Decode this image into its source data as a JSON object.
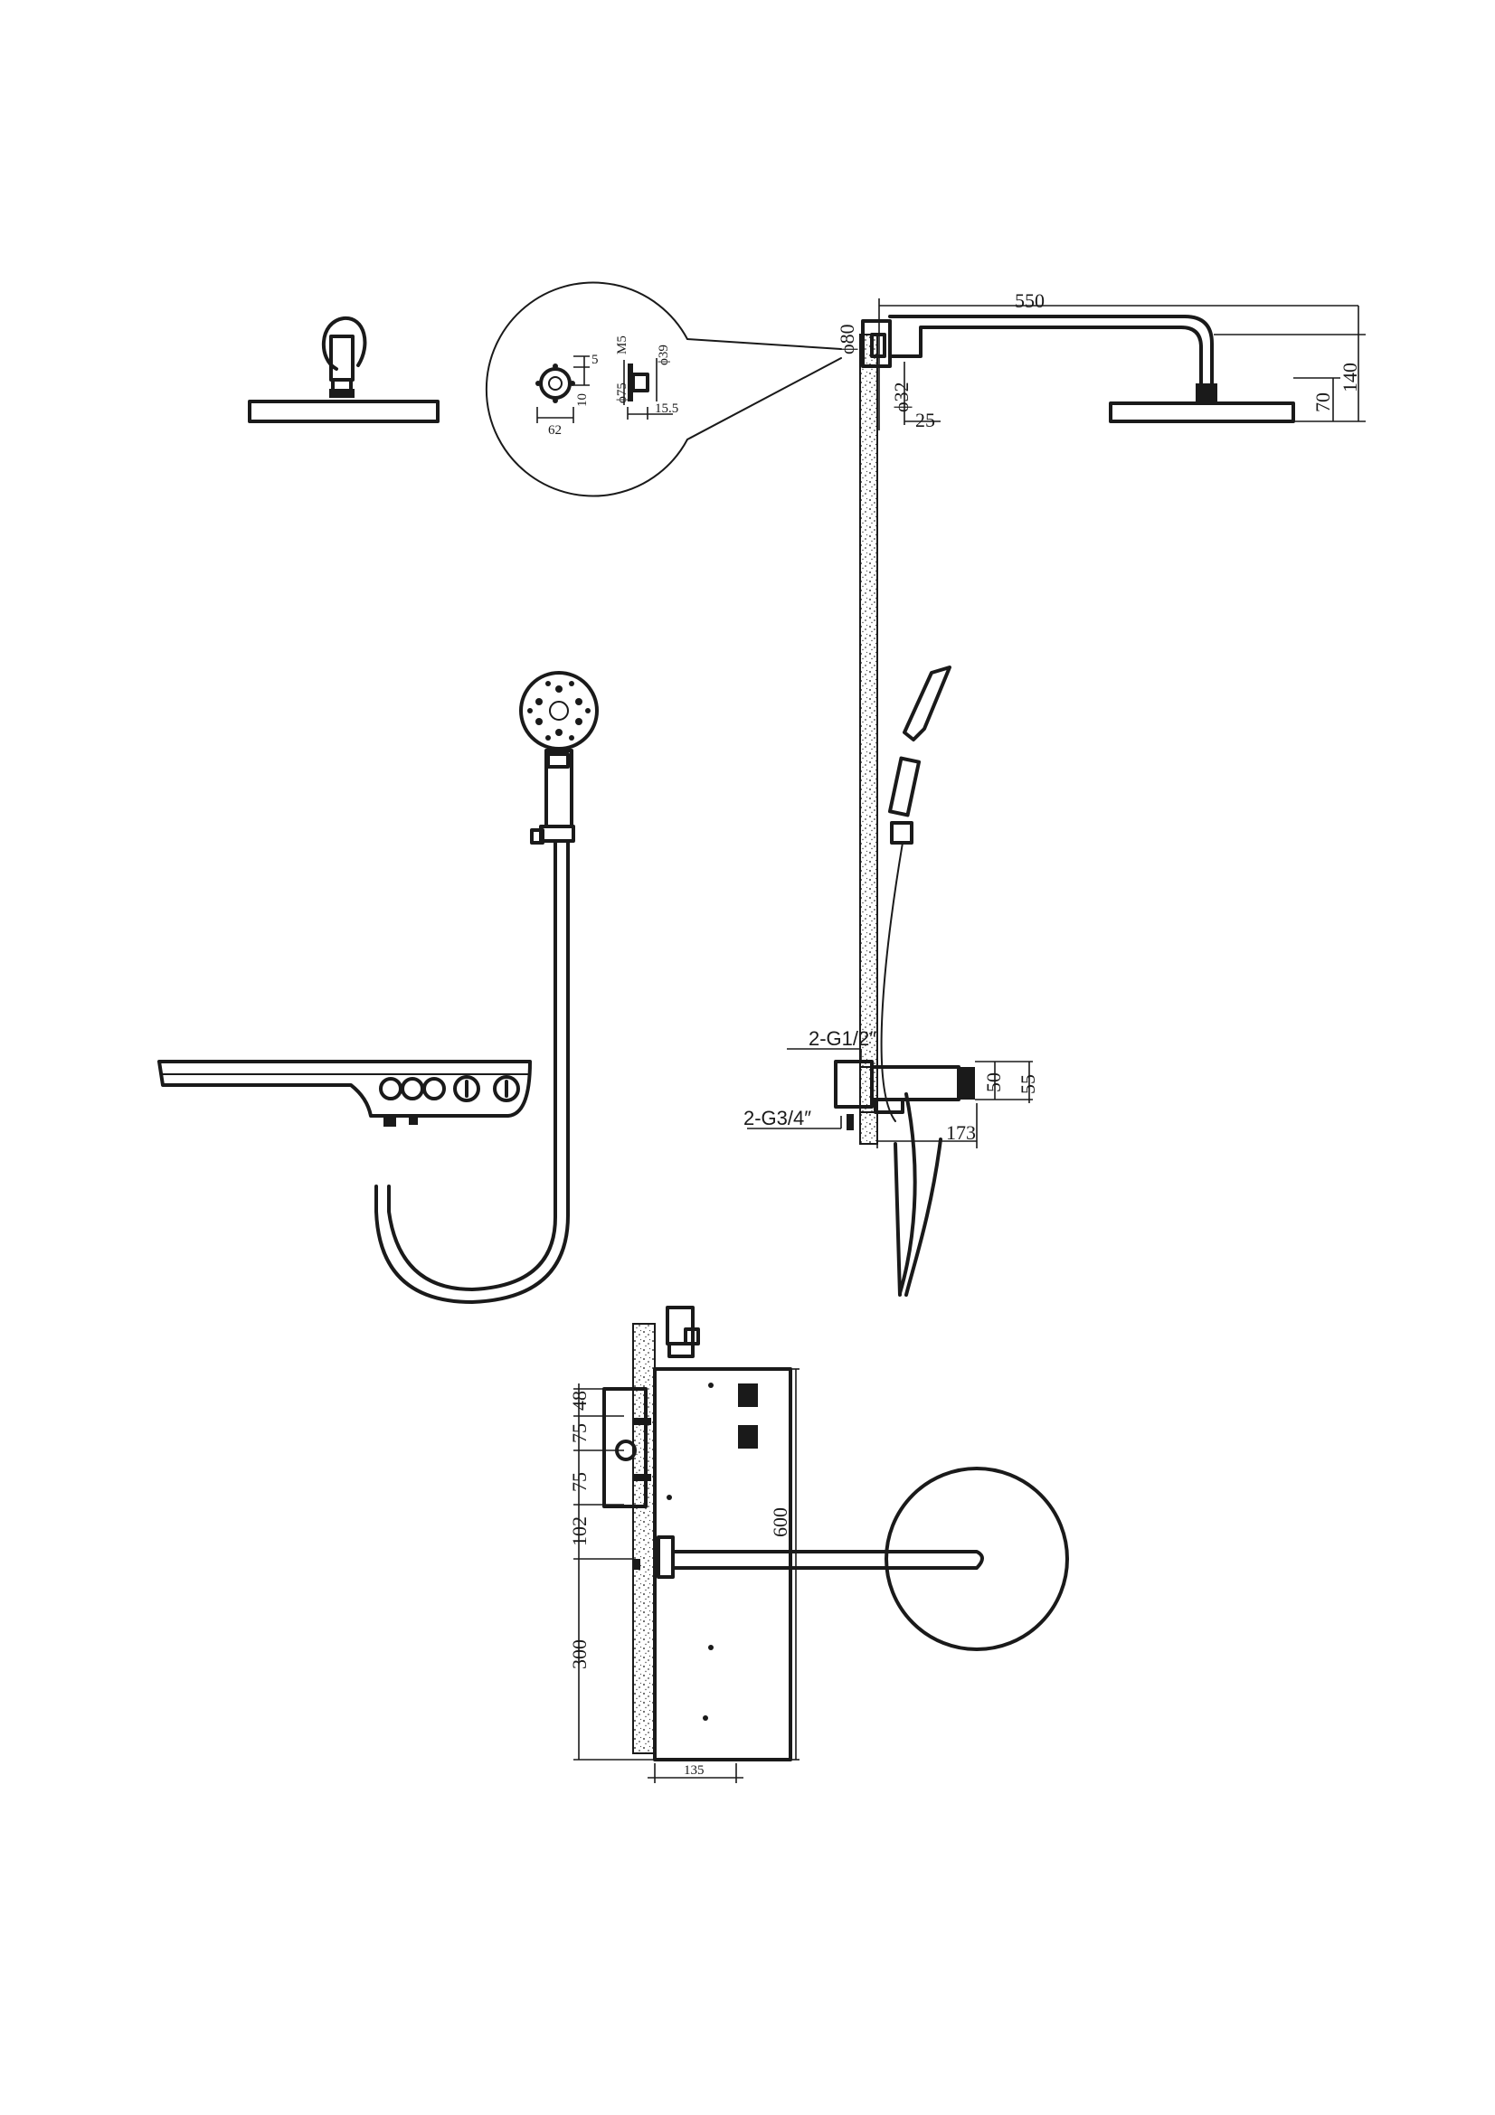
{
  "dimensions": {
    "arm_length": "550",
    "flange_dia": "ϕ80",
    "pipe_dia": "ϕ32",
    "wall_offset": "25",
    "head_drop_total": "140",
    "head_drop": "70",
    "detail_m5": "M5",
    "detail_d39": "ϕ39",
    "detail_5": "5",
    "detail_10": "10",
    "detail_d75": "ϕ75",
    "detail_15_5": "15.5",
    "detail_62": "62",
    "thread_hot_cold": "2-G1/2″",
    "thread_outlet": "2-G3/4″",
    "spout_50": "50",
    "spout_55": "55",
    "spout_173": "173",
    "front_48": "48",
    "front_75a": "75",
    "front_75b": "75",
    "front_102": "102",
    "front_300": "300",
    "front_600": "600",
    "front_135": "135"
  },
  "colors": {
    "line": "#1a1a1a",
    "background": "#ffffff"
  }
}
